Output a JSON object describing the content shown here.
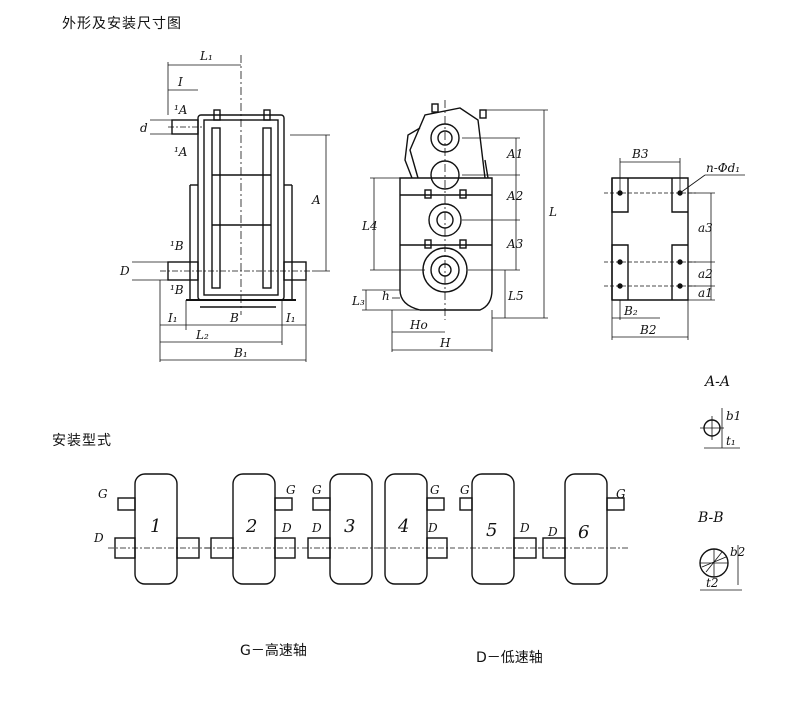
{
  "titles": {
    "dimensions": "外形及安装尺寸图",
    "mounting": "安装型式"
  },
  "front_view_labels": {
    "L1": "L₁",
    "I": "I",
    "A_top": "¹A",
    "A_bot": "¹A",
    "d": "d",
    "A": "A",
    "B_top": "¹B",
    "B_bot": "¹B",
    "D": "D",
    "I1_left": "I₁",
    "B": "B",
    "I1_right": "I₁",
    "L2": "L₂",
    "B1": "B₁"
  },
  "side_view_labels": {
    "A1": "A1",
    "A2": "A2",
    "A3": "A3",
    "L4": "L4",
    "L": "L",
    "L3": "L₃",
    "h": "h",
    "H0": "Ho",
    "L5": "L5",
    "H": "H"
  },
  "base_view_labels": {
    "B3": "B3",
    "n_phi_d1": "n-Φd₁",
    "a3": "a3",
    "a2": "a2",
    "a1": "a1",
    "B2_inner": "B₂",
    "B2_outer": "B2"
  },
  "sections": {
    "aa_title": "A-A",
    "b1": "b1",
    "t1": "t₁",
    "bb_title": "B-B",
    "b2": "b2",
    "t2": "t2"
  },
  "mount_types": [
    {
      "num": "1",
      "g": "G",
      "d": "D"
    },
    {
      "num": "2",
      "g": "G",
      "d": "D"
    },
    {
      "num": "3",
      "g": "G",
      "d": "D"
    },
    {
      "num": "4",
      "g": "G",
      "d": "D"
    },
    {
      "num": "5",
      "g": "G",
      "d": "D"
    },
    {
      "num": "6",
      "g": "G",
      "d": "D"
    }
  ],
  "legend": {
    "g": "G－高速轴",
    "d": "D－低速轴"
  }
}
